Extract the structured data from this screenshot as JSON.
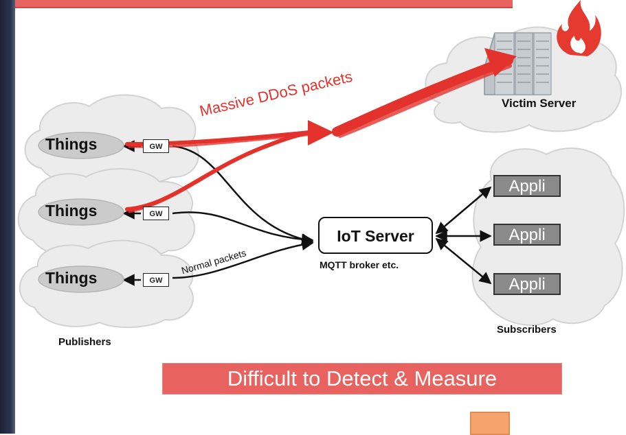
{
  "nodes": {
    "things": [
      "Things",
      "Things",
      "Things"
    ],
    "gateway": "GW",
    "iot_server": "IoT Server",
    "iot_server_caption": "MQTT broker etc.",
    "victim_server": "Victim Server",
    "apps": [
      "Appli",
      "Appli",
      "Appli"
    ]
  },
  "groups": {
    "publishers": "Publishers",
    "subscribers": "Subscribers"
  },
  "edges": {
    "attack_label": "Massive DDoS packets",
    "normal_label": "Normal packets"
  },
  "banner": "Difficult to Detect & Measure",
  "colors": {
    "accent_red": "#e8625f",
    "attack_red": "#e3322c",
    "appli_gray": "#8a8a8a",
    "orange": "#f6a46f"
  }
}
